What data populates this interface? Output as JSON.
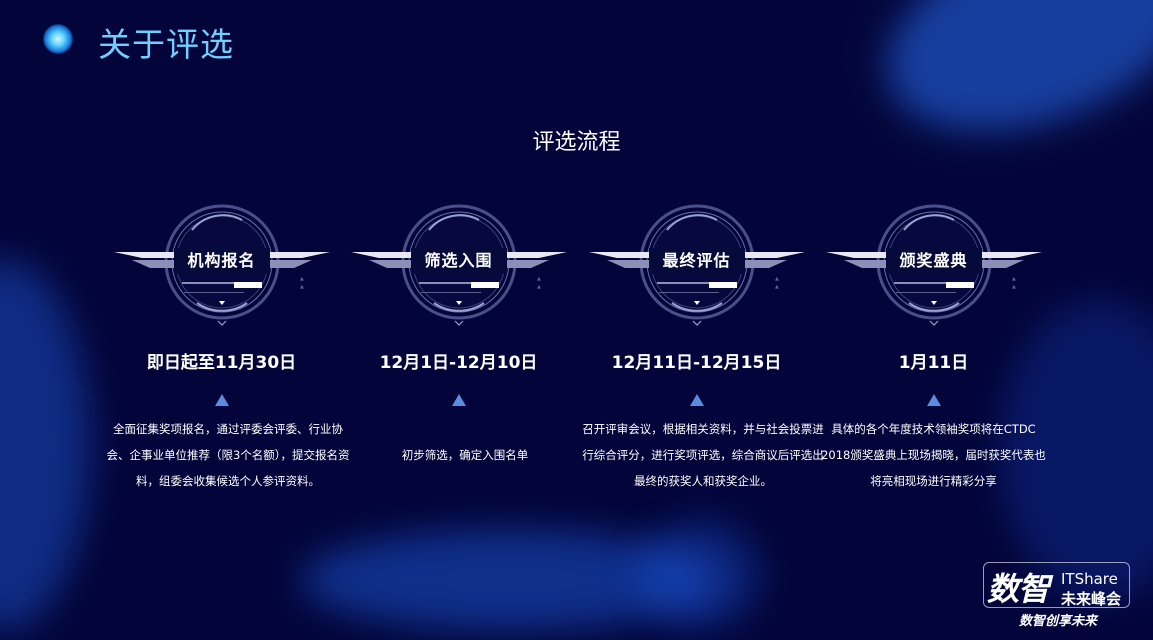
{
  "header": {
    "title": "关于评选"
  },
  "section": {
    "title": "评选流程"
  },
  "steps": [
    {
      "label": "机构报名",
      "date": "即日起至11月30日",
      "desc": "全面征集奖项报名，通过评委会评委、行业协会、企事业单位推荐（限3个名额），提交报名资料，组委会收集候选个人参评资料。"
    },
    {
      "label": "筛选入围",
      "date": "12月1日-12月10日",
      "desc": "初步筛选，确定入围名单"
    },
    {
      "label": "最终评估",
      "date": "12月11日-12月15日",
      "desc": "召开评审会议，根据相关资料，并与社会投票进行综合评分，进行奖项评选，综合商议后评选出最终的获奖人和获奖企业。"
    },
    {
      "label": "颁奖盛典",
      "date": "1月11日",
      "desc": "具体的各个年度技术领袖奖项将在CTDC 2018颁奖盛典上现场揭晓，届时获奖代表也将亮相现场进行精彩分享"
    }
  ],
  "logo": {
    "main": "数智",
    "brand": "ITShare",
    "event": "未来峰会",
    "slogan": "数智创享未来"
  },
  "colors": {
    "background": "#03053a",
    "accent": "#6fd0ff",
    "triangle": "#5a8de0"
  }
}
